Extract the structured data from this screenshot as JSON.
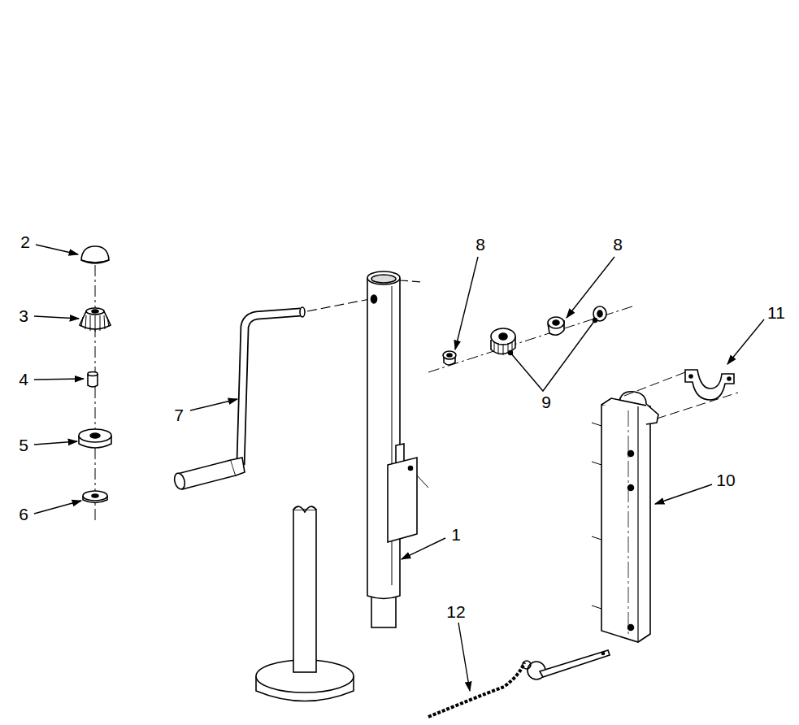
{
  "diagram": {
    "labels": [
      "2",
      "3",
      "4",
      "5",
      "6",
      "7",
      "8",
      "8",
      "9",
      "11",
      "10",
      "1",
      "12"
    ]
  }
}
